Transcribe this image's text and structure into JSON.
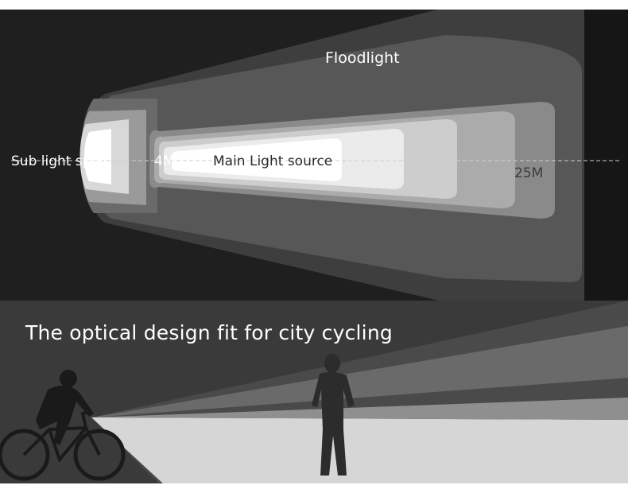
{
  "top_diagram": {
    "floodlight_label": "Floodlight",
    "sub_light_label": "Sub light spot",
    "near_distance_label": "4M",
    "main_light_label": "Main Light source",
    "far_distance_label": "25M"
  },
  "bottom_scene": {
    "headline": "The optical design fit for city cycling"
  },
  "colors": {
    "background_dark": "#1f1f1f",
    "bottom_background": "#3a3a3a",
    "beam_light": "#ffffff"
  }
}
